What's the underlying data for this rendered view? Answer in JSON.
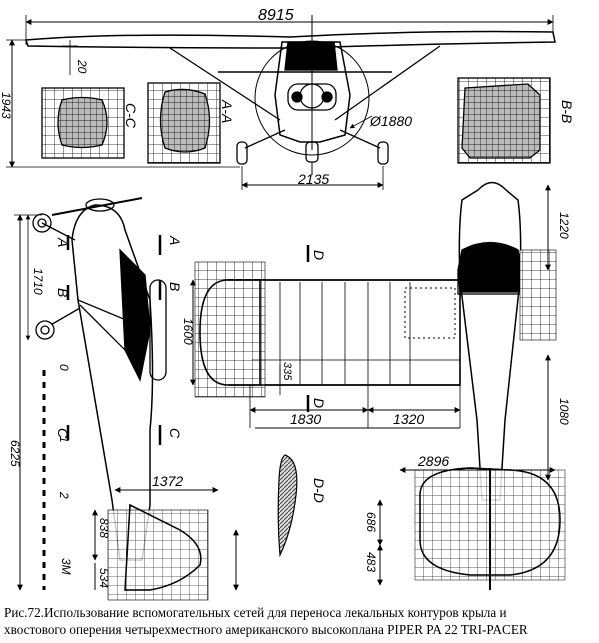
{
  "colors": {
    "ink": "#000000",
    "paper": "#ffffff",
    "hatch": "#444444"
  },
  "front_view": {
    "span": "8915",
    "dihedral": "20",
    "height": "1943",
    "prop_diameter": "Ø1880",
    "track": "2135",
    "section_labels": [
      "C-C",
      "A-A",
      "B-B"
    ]
  },
  "side_view": {
    "height_to_wing": "1710",
    "length": "6225",
    "stab_offset": "1372",
    "tail_height": "838",
    "tail_low": "534",
    "grid_scale": "3M",
    "scale_marks": [
      "0",
      "1",
      "2"
    ],
    "section_marks": [
      "A",
      "B",
      "C"
    ]
  },
  "wing_plan": {
    "chord": "1600",
    "root_chord": "1830",
    "tip_chord": "1320",
    "aileron_height": "335",
    "section_mark": "D",
    "section_label": "D-D"
  },
  "top_view": {
    "nose_length": "1220",
    "fuselage_length": "1080",
    "stab_span": "2896",
    "stab_chord_a": "686",
    "stab_chord_b": "483"
  },
  "caption": {
    "line1": "Рис.72.Использование вспомогательных сетей для переноса лекальных контуров крыла и",
    "line2": "хвостового оперения четырехместного американского высокоплана PIPER PA 22 TRI-PACER"
  }
}
